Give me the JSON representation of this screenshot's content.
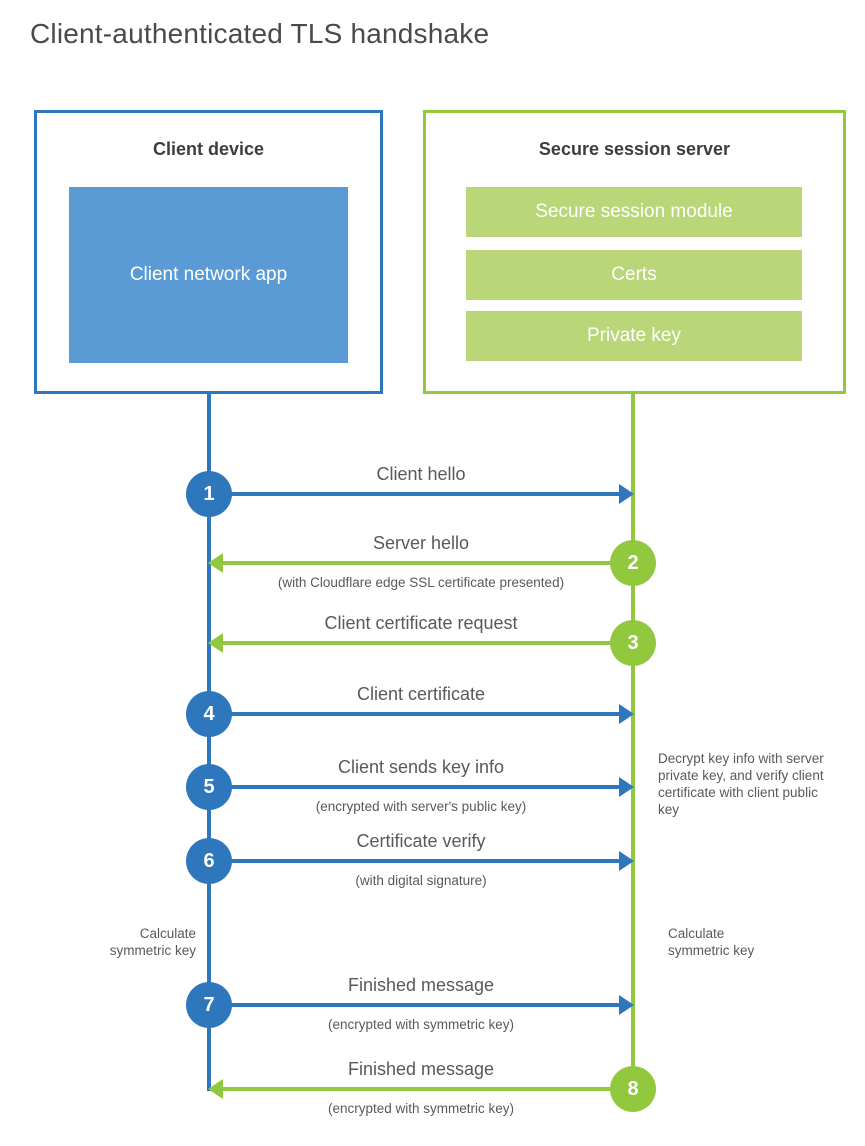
{
  "title": "Client-authenticated TLS handshake",
  "colors": {
    "blue": "#2e77bc",
    "blue_fill": "#5b9bd5",
    "green": "#92c83e",
    "green_fill": "#b9d778",
    "label_text": "#58595b",
    "heading_text": "#3d3d3d"
  },
  "client": {
    "title": "Client device",
    "app_label": "Client network app"
  },
  "server": {
    "title": "Secure session server",
    "modules": [
      "Secure session module",
      "Certs",
      "Private key"
    ]
  },
  "messages": [
    {
      "num": "1",
      "label": "Client hello",
      "sub": "",
      "direction": "client-to-server",
      "color": "blue"
    },
    {
      "num": "2",
      "label": "Server hello",
      "sub": "(with Cloudflare edge SSL certificate presented)",
      "direction": "server-to-client",
      "color": "green"
    },
    {
      "num": "3",
      "label": "Client certificate request",
      "sub": "",
      "direction": "server-to-client",
      "color": "green"
    },
    {
      "num": "4",
      "label": "Client certificate",
      "sub": "",
      "direction": "client-to-server",
      "color": "blue"
    },
    {
      "num": "5",
      "label": "Client sends key info",
      "sub": "(encrypted with server's public key)",
      "direction": "client-to-server",
      "color": "blue"
    },
    {
      "num": "6",
      "label": "Certificate verify",
      "sub": "(with digital signature)",
      "direction": "client-to-server",
      "color": "blue"
    },
    {
      "num": "7",
      "label": "Finished message",
      "sub": "(encrypted with symmetric key)",
      "direction": "client-to-server",
      "color": "blue"
    },
    {
      "num": "8",
      "label": "Finished message",
      "sub": "(encrypted with symmetric key)",
      "direction": "server-to-client",
      "color": "green"
    }
  ],
  "notes": {
    "decrypt": "Decrypt key info with server private key, and verify client certificate with client public key",
    "calculate_left": "Calculate symmetric key",
    "calculate_right": "Calculate symmetric key"
  }
}
